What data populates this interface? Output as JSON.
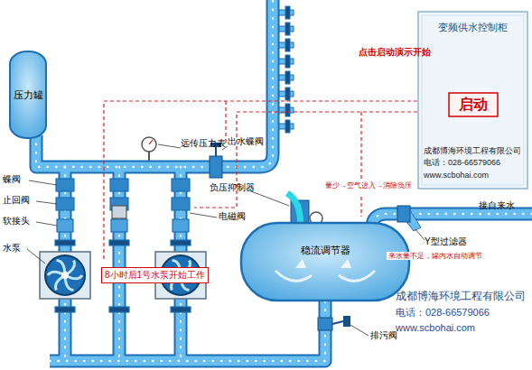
{
  "diagram": {
    "nodes": [
      {
        "text": [
          "压力罐"
        ]
      },
      {
        "text": [
          "变频供水控制柜",
          "成都博海环境工程有限公司",
          "电话：028-66579066",
          "www.scbohai.com"
        ]
      },
      {
        "text": [
          "启动"
        ],
        "in": 1
      },
      {
        "text": [
          "稳流调节器"
        ]
      },
      {
        "text": [
          "8小时后1号水泵开始工作"
        ]
      }
    ],
    "labels": [
      "远传压力表",
      "出水蝶阀",
      "点击启动演示开始",
      "负压抑制器",
      "蝶阀",
      "止回阀",
      "软接头",
      "水泵",
      "电磁阀",
      "量少→空气进入→消除负压",
      "接自来水",
      "Y型过滤器",
      "来水量不足，罐内水自动调节",
      "成都博海环境工程有限公司",
      "电话：028-66579066",
      "www.scbohai.com",
      "排污阀"
    ]
  }
}
